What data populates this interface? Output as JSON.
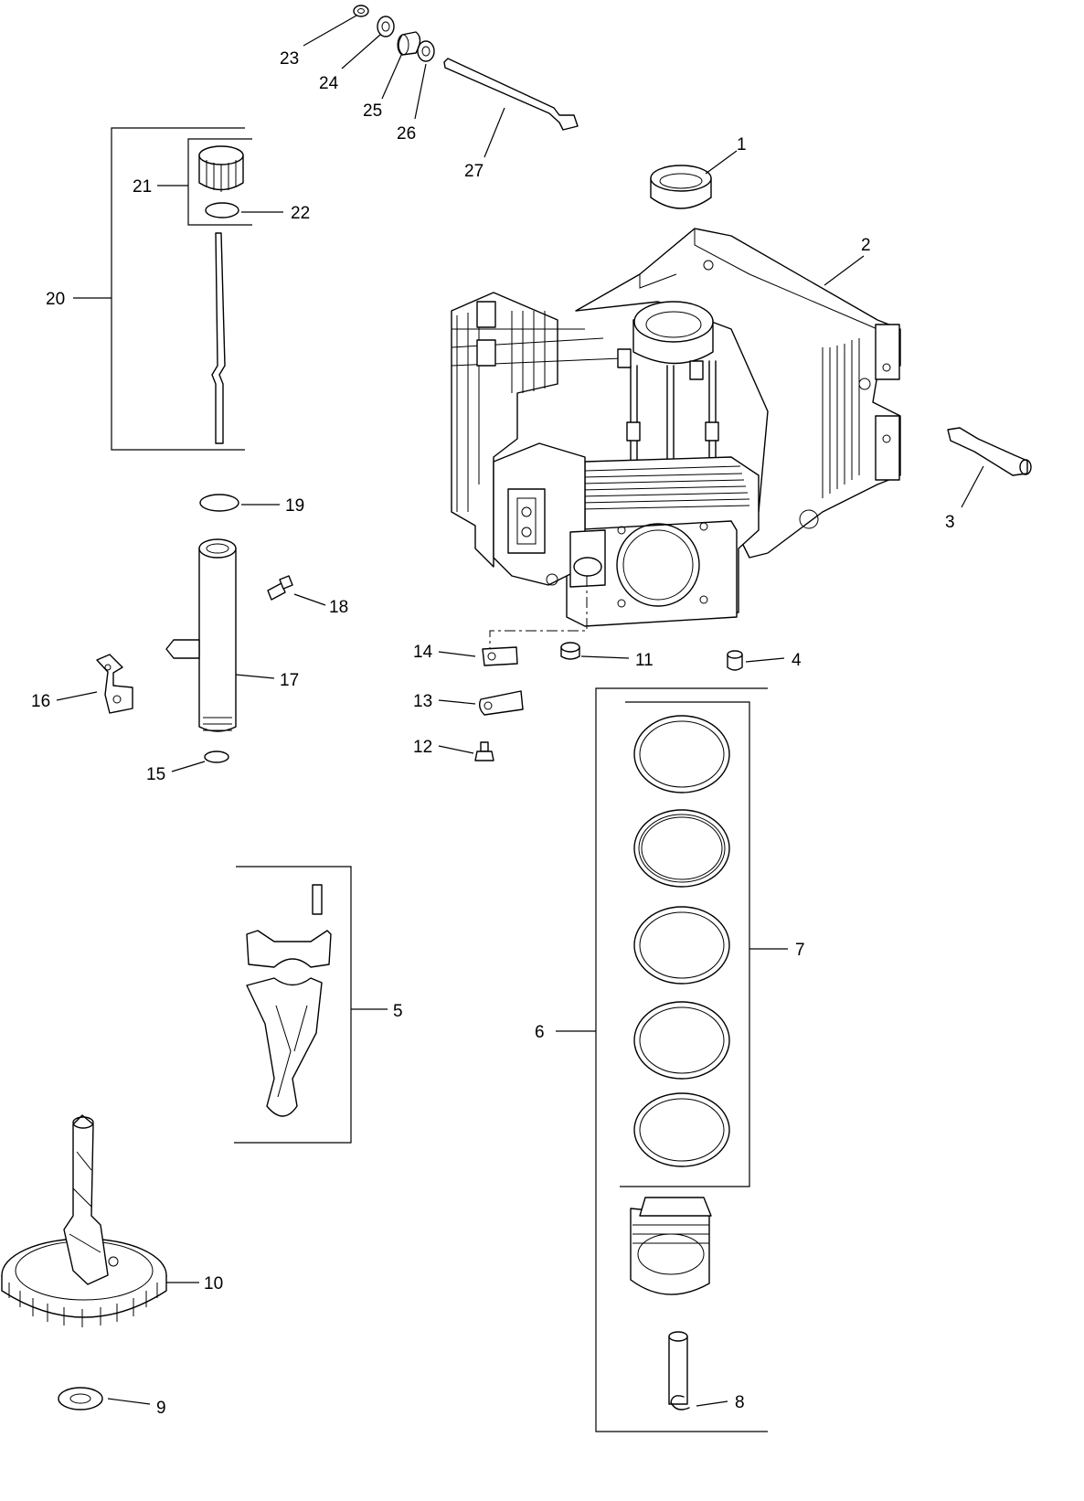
{
  "callouts": {
    "c1": "1",
    "c2": "2",
    "c3": "3",
    "c4": "4",
    "c5": "5",
    "c6": "6",
    "c7": "7",
    "c8": "8",
    "c9": "9",
    "c10": "10",
    "c11": "11",
    "c12": "12",
    "c13": "13",
    "c14": "14",
    "c15": "15",
    "c16": "16",
    "c17": "17",
    "c18": "18",
    "c19": "19",
    "c20": "20",
    "c21": "21",
    "c22": "22",
    "c23": "23",
    "c24": "24",
    "c25": "25",
    "c26": "26",
    "c27": "27"
  }
}
